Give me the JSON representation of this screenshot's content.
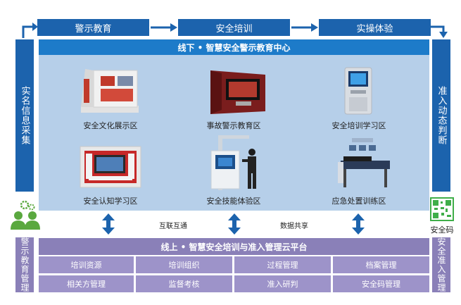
{
  "top_stages": [
    "警示教育",
    "安全培训",
    "实操体验"
  ],
  "offline_center": "线下 • 智慧安全警示教育中心",
  "zones": [
    {
      "label": "安全文化展示区",
      "icon": "culture-display-wall-icon"
    },
    {
      "label": "事故警示教育区",
      "icon": "accident-screen-booth-icon"
    },
    {
      "label": "安全培训学习区",
      "icon": "study-kiosk-icon"
    },
    {
      "label": "安全认知学习区",
      "icon": "cognition-wall-icon"
    },
    {
      "label": "安全技能体验区",
      "icon": "vr-experience-icon"
    },
    {
      "label": "应急处置训练区",
      "icon": "emergency-training-bed-icon"
    }
  ],
  "left_panel": "实名信息采集",
  "right_panel": "准入动态判断",
  "connectors": {
    "interconnect": "互联互通",
    "data_share": "数据共享"
  },
  "safety_code": "安全码",
  "bottom_left": "警示教育管理",
  "bottom_right": "安全准入管理",
  "online_platform": "线上 • 智慧安全培训与准入管理云平台",
  "modules": [
    [
      "培训资源",
      "培训组织",
      "过程管理",
      "档案管理"
    ],
    [
      "相关方管理",
      "监督考核",
      "准入研判",
      "安全码管理"
    ]
  ],
  "colors": {
    "primary": "#1c63ad",
    "accent": "#8a80b8",
    "panel": "#b6cfe9"
  }
}
